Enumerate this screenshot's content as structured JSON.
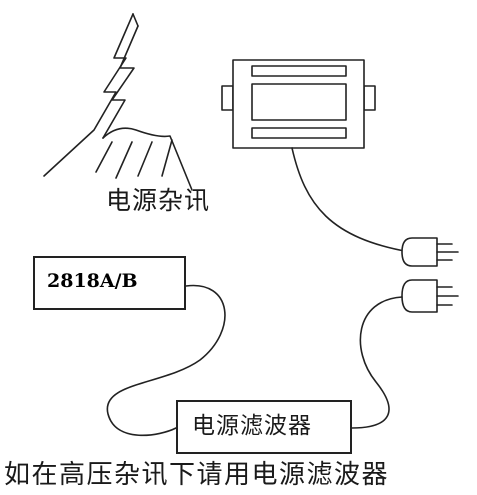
{
  "diagram": {
    "noise_label": "电源杂讯",
    "device_label": "2818A/B",
    "filter_label": "电源滤波器",
    "caption": "如在高压杂讯下请用电源滤波器"
  },
  "colors": {
    "line": "#222222",
    "background": "#ffffff"
  }
}
